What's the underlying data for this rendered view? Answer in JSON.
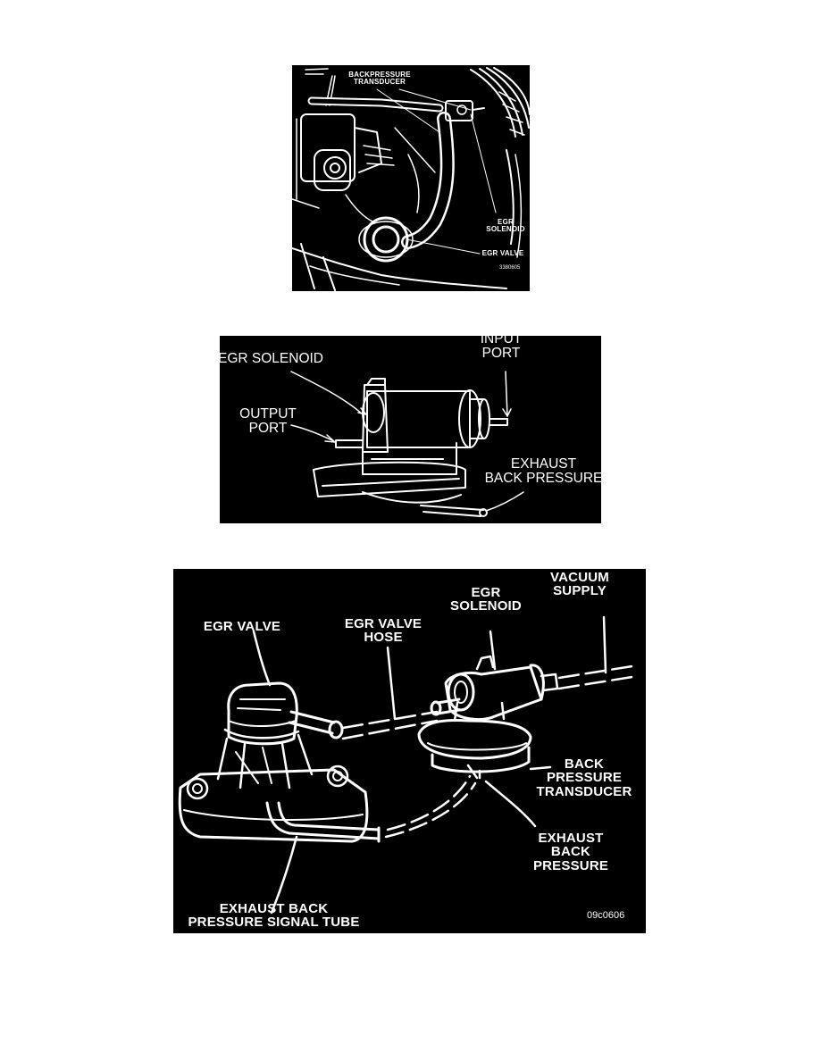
{
  "figure1": {
    "labels": {
      "backpressure_transducer": "BACKPRESSURE\nTRANSDUCER",
      "egr_solenoid": "EGR\nSOLENOID",
      "egr_valve": "EGR VALVE"
    },
    "figure_code": "3380605"
  },
  "figure2": {
    "labels": {
      "egr_solenoid": "EGR SOLENOID",
      "input_port": "INPUT\nPORT",
      "output_port": "OUTPUT\nPORT",
      "exhaust_back_pressure": "EXHAUST\nBACK PRESSURE"
    }
  },
  "figure3": {
    "labels": {
      "egr_valve": "EGR VALVE",
      "egr_valve_hose": "EGR VALVE\nHOSE",
      "egr_solenoid": "EGR\nSOLENOID",
      "vacuum_supply": "VACUUM\nSUPPLY",
      "back_pressure_transducer": "BACK\nPRESSURE\nTRANSDUCER",
      "exhaust_back_pressure": "EXHAUST\nBACK\nPRESSURE",
      "exhaust_back_pressure_signal_tube": "EXHAUST BACK\nPRESSURE SIGNAL TUBE"
    },
    "figure_code": "09c0606"
  }
}
